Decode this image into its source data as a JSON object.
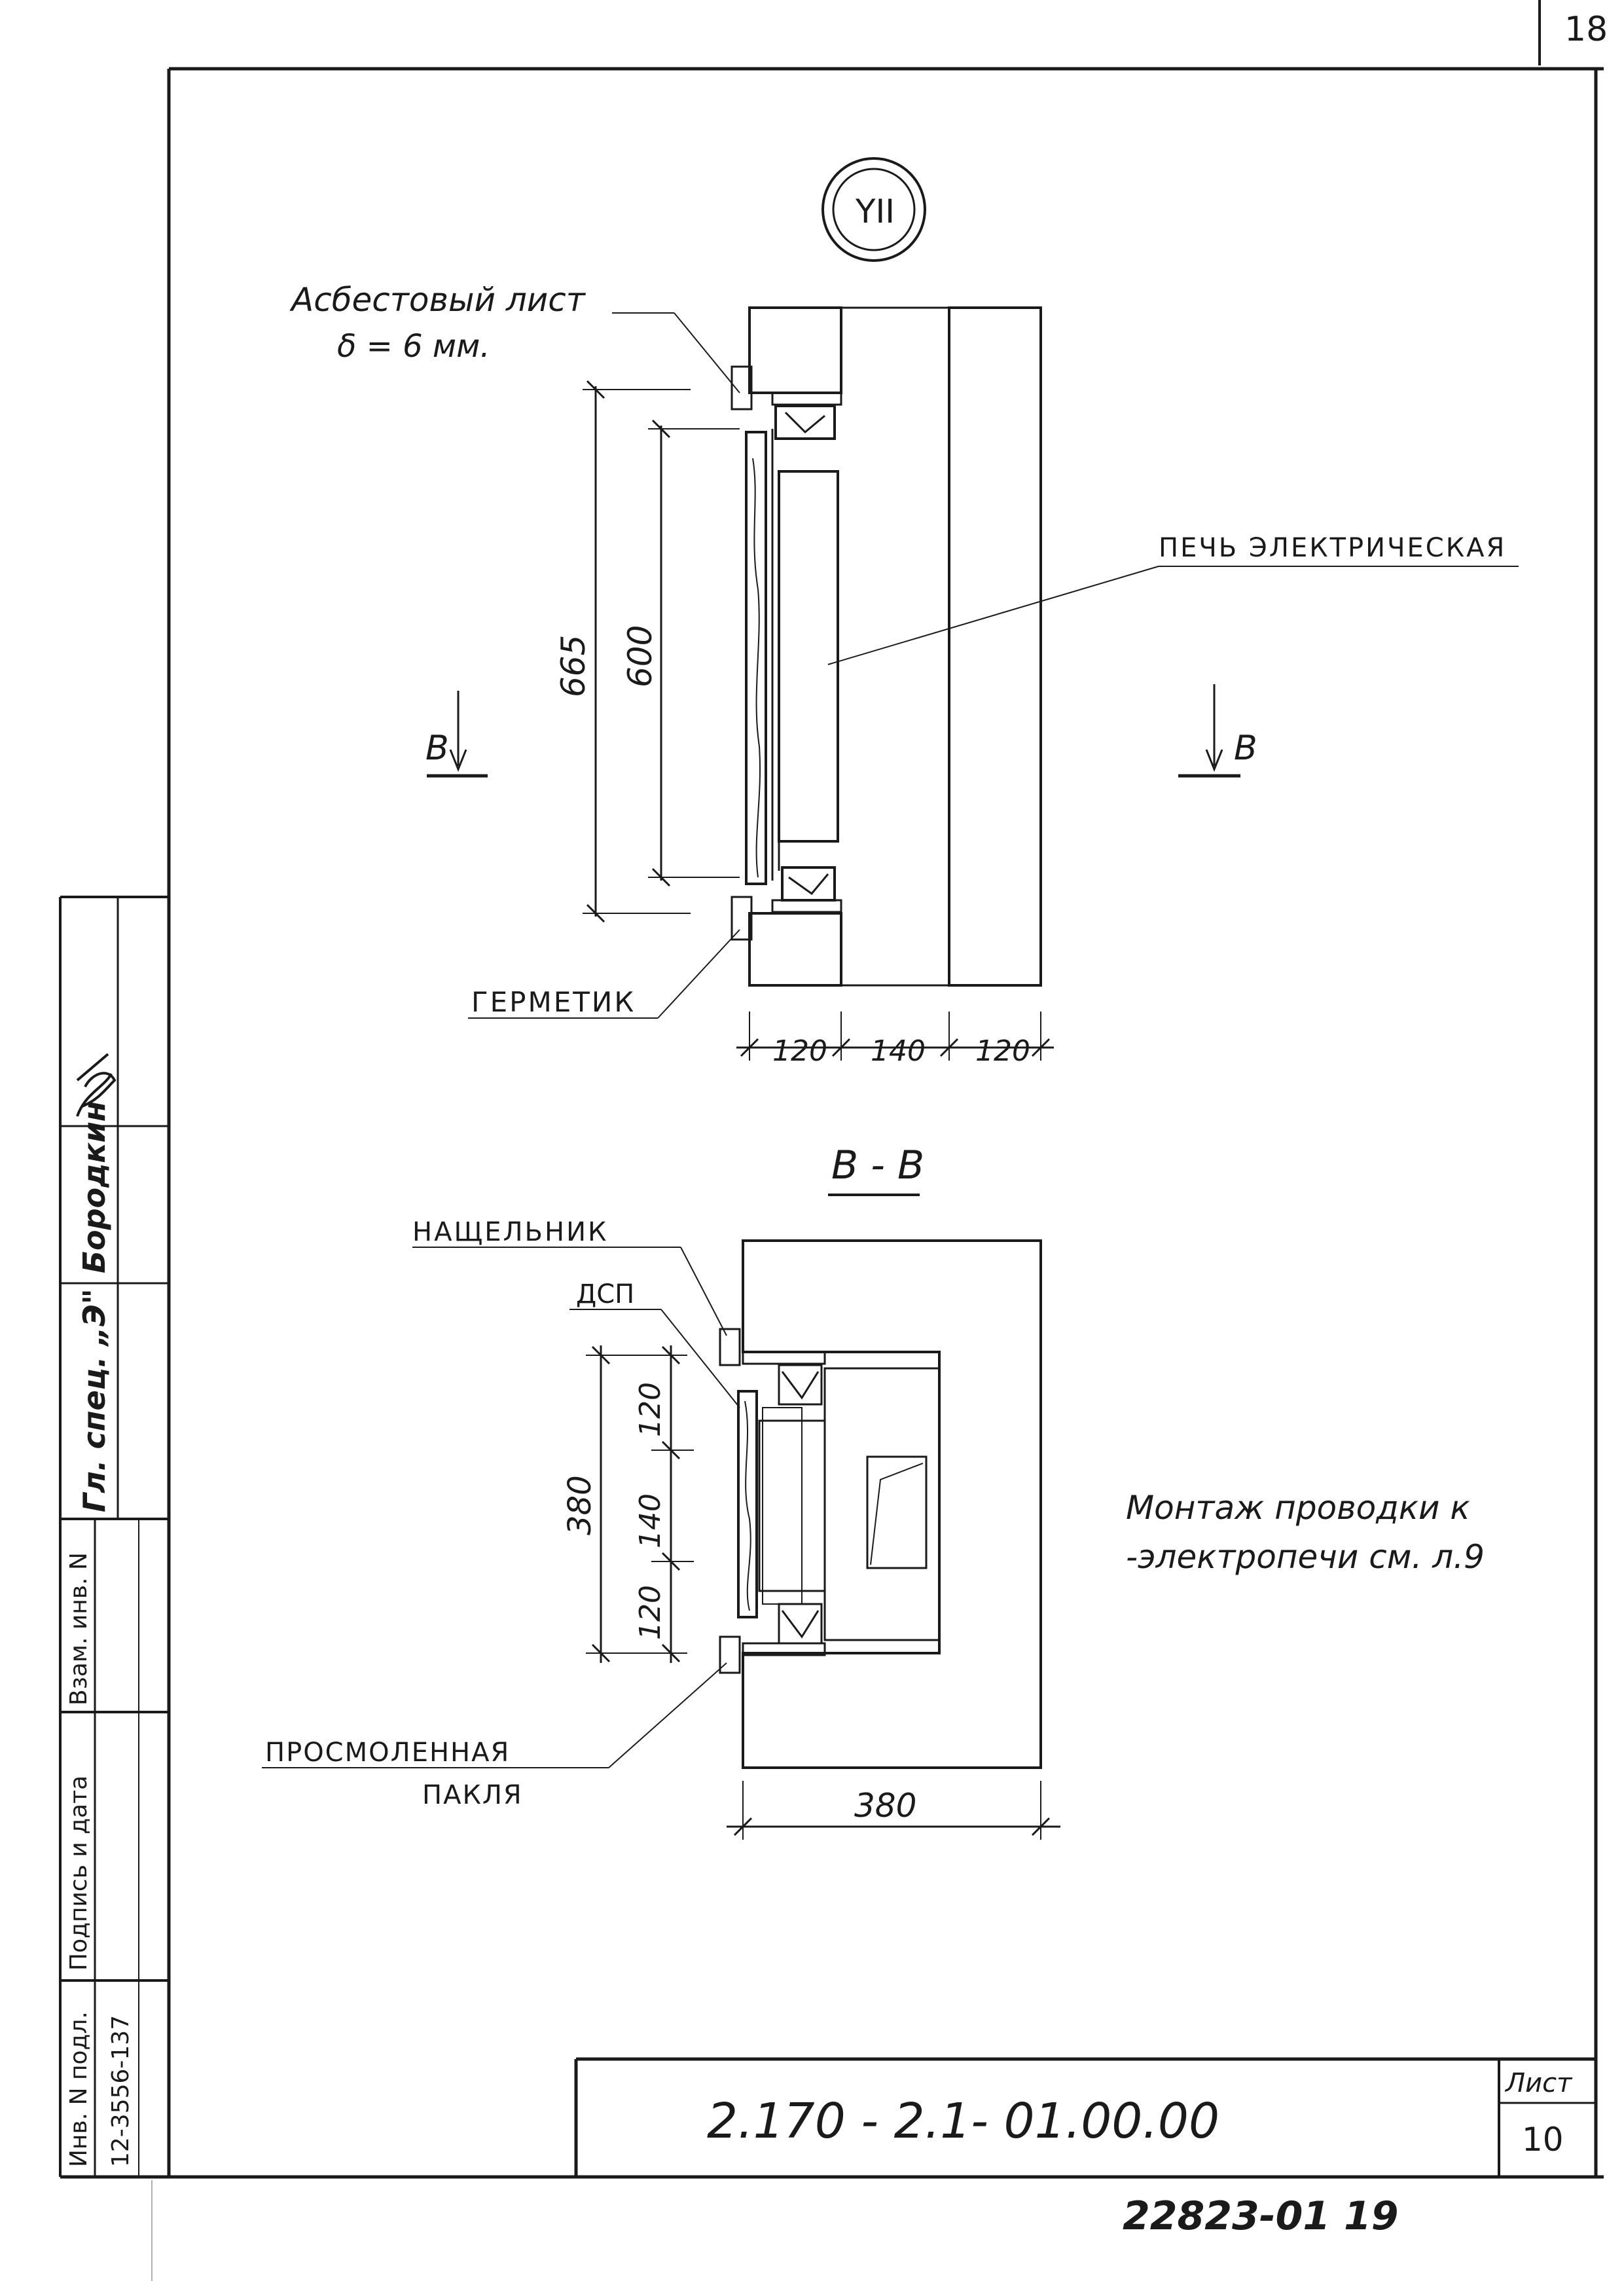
{
  "sheet_number_top": "18",
  "view_marker": "YII",
  "labels": {
    "asbestos_line1": "Асбестовый лист",
    "asbestos_line2": "δ = 6 мм.",
    "electric_oven": "ПЕЧЬ ЭЛЕКТРИЧЕСКАЯ",
    "sealant": "ГЕРМЕТИК",
    "cover_strip": "НАЩЕЛЬНИК",
    "chipboard": "ДСП",
    "tow_line1": "ПРОСМОЛЕННАЯ",
    "tow_line2": "ПАКЛЯ",
    "note_line1": "Монтаж проводки к",
    "note_line2": "-электропечи см. л.9"
  },
  "section": {
    "left_marker": "В",
    "right_marker": "В",
    "title": "В - В"
  },
  "dimensions": {
    "top_vertical_outer": "665",
    "top_vertical_inner": "600",
    "top_horizontal_1": "120",
    "top_horizontal_2": "140",
    "top_horizontal_3": "120",
    "bottom_vertical_total": "380",
    "bottom_vertical_1": "120",
    "bottom_vertical_2": "140",
    "bottom_vertical_3": "120",
    "bottom_horizontal": "380"
  },
  "side_stamp": {
    "col_inv_podl": "Инв. N подл.",
    "col_sign_date": "Подпись и дата",
    "col_vzam_inv": "Взам. инв. N",
    "inv_value": "12-3556-137",
    "gl_spec": "Гл. спец. „Э\"",
    "name": "Бородкин"
  },
  "title_block": {
    "designation": "2.170 - 2.1- 01.00.00",
    "sheet_label": "Лист",
    "sheet_value": "10"
  },
  "archive_number": "22823-01   19"
}
